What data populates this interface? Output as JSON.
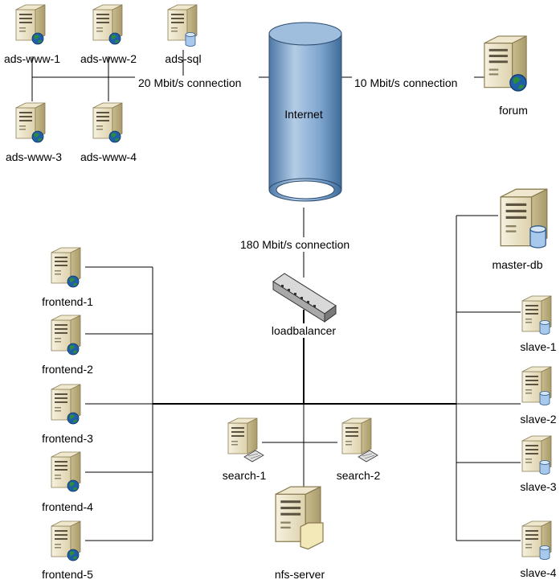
{
  "cloud": {
    "label": "Internet"
  },
  "links": {
    "ads": "20 Mbit/s connection",
    "forum": "10 Mbit/s connection",
    "lb": "180 Mbit/s connection"
  },
  "hosts": {
    "ads_www_1": "ads-www-1",
    "ads_www_2": "ads-www-2",
    "ads_sql": "ads-sql",
    "ads_www_3": "ads-www-3",
    "ads_www_4": "ads-www-4",
    "forum": "forum",
    "loadbalancer": "loadbalancer",
    "master_db": "master-db",
    "slave_1": "slave-1",
    "slave_2": "slave-2",
    "slave_3": "slave-3",
    "slave_4": "slave-4",
    "frontend_1": "frontend-1",
    "frontend_2": "frontend-2",
    "frontend_3": "frontend-3",
    "frontend_4": "frontend-4",
    "frontend_5": "frontend-5",
    "search_1": "search-1",
    "search_2": "search-2",
    "nfs_server": "nfs-server"
  },
  "icons": {
    "web_server": "server-globe-icon",
    "db_server": "server-database-icon",
    "search_server": "server-keyboard-icon",
    "file_server": "server-folder-icon",
    "switch": "switch-icon",
    "cylinder": "internet-cylinder-icon"
  },
  "colors": {
    "line": "#000000",
    "cylinder": "#7fa6cf",
    "server_face": "#eae2c6",
    "server_side": "#c8bb8c",
    "globe": "#1f5fa8",
    "globe_land": "#2e8b3c",
    "db": "#7faee0"
  }
}
